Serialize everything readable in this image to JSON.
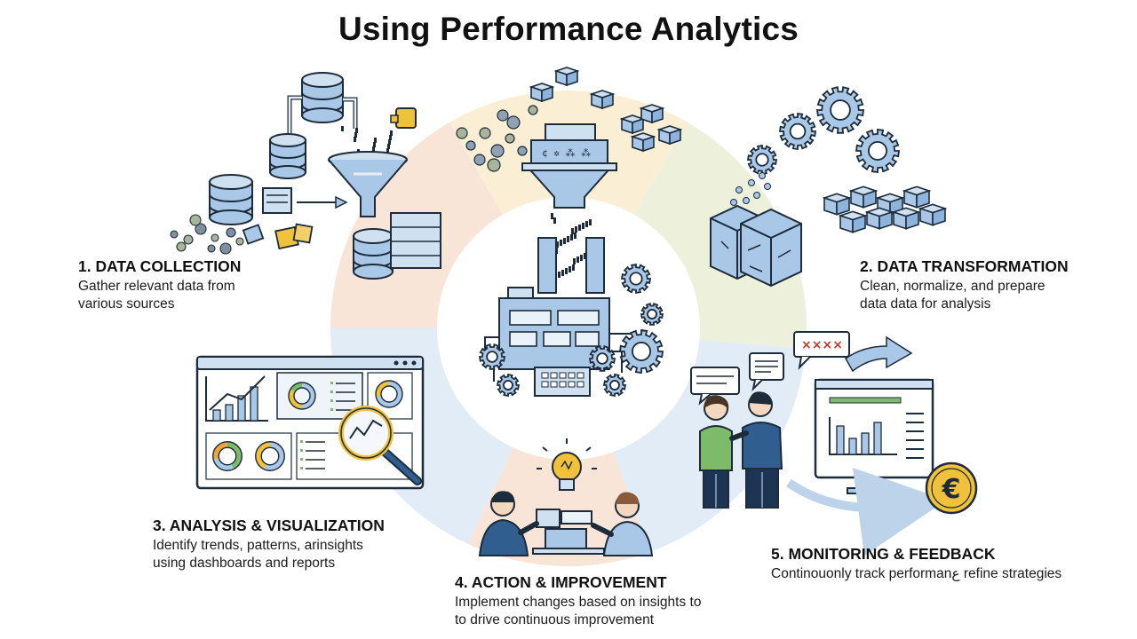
{
  "title": "Using  Performance Analytics",
  "colors": {
    "segment_collection": "#f6dccb",
    "segment_transformation": "#e7ecd0",
    "segment_analysis": "#d8e6f3",
    "segment_action": "#f6dccb",
    "segment_monitoring": "#d8e6f3",
    "segment_top": "#f8e9c6",
    "icon_blue": "#a9c8e8",
    "icon_stroke": "#1d2b3a",
    "accent_gold": "#f0c13a",
    "accent_green": "#7dbb6a"
  },
  "steps": [
    {
      "title": "1. DATA COLLECTION",
      "description": "Gather relevant data from\nvarious sources",
      "icons": [
        "database-icon",
        "funnel-icon",
        "server-icon",
        "pipe-icon"
      ]
    },
    {
      "title": "2. DATA TRANSFORMATION",
      "description": "Clean, normalize, and prepare\ndata data for analysis",
      "icons": [
        "gear-icon",
        "cube-icon",
        "data-block-icon"
      ]
    },
    {
      "title": "3. ANALYSIS & VISUALIZATION",
      "description": "Identify trends, patterns, arinsights\nusing dashboards and reports",
      "icons": [
        "dashboard-icon",
        "magnifier-icon",
        "donut-chart-icon",
        "bar-chart-icon"
      ]
    },
    {
      "title": "4. ACTION & IMPROVEMENT",
      "description": "Implement changes based on insights to\n to drive continuous improvement",
      "icons": [
        "lightbulb-icon",
        "people-icon",
        "workstation-icon"
      ]
    },
    {
      "title": "5. MONITORING & FEEDBACK",
      "description": "Continouonly track performanع refine strategies",
      "icons": [
        "monitor-icon",
        "speech-bubble-icon",
        "arrow-icon",
        "currency-icon"
      ]
    }
  ],
  "center": {
    "icon": "factory-icon"
  },
  "feedback_bubble_text": "××××",
  "currency_symbol": "€"
}
